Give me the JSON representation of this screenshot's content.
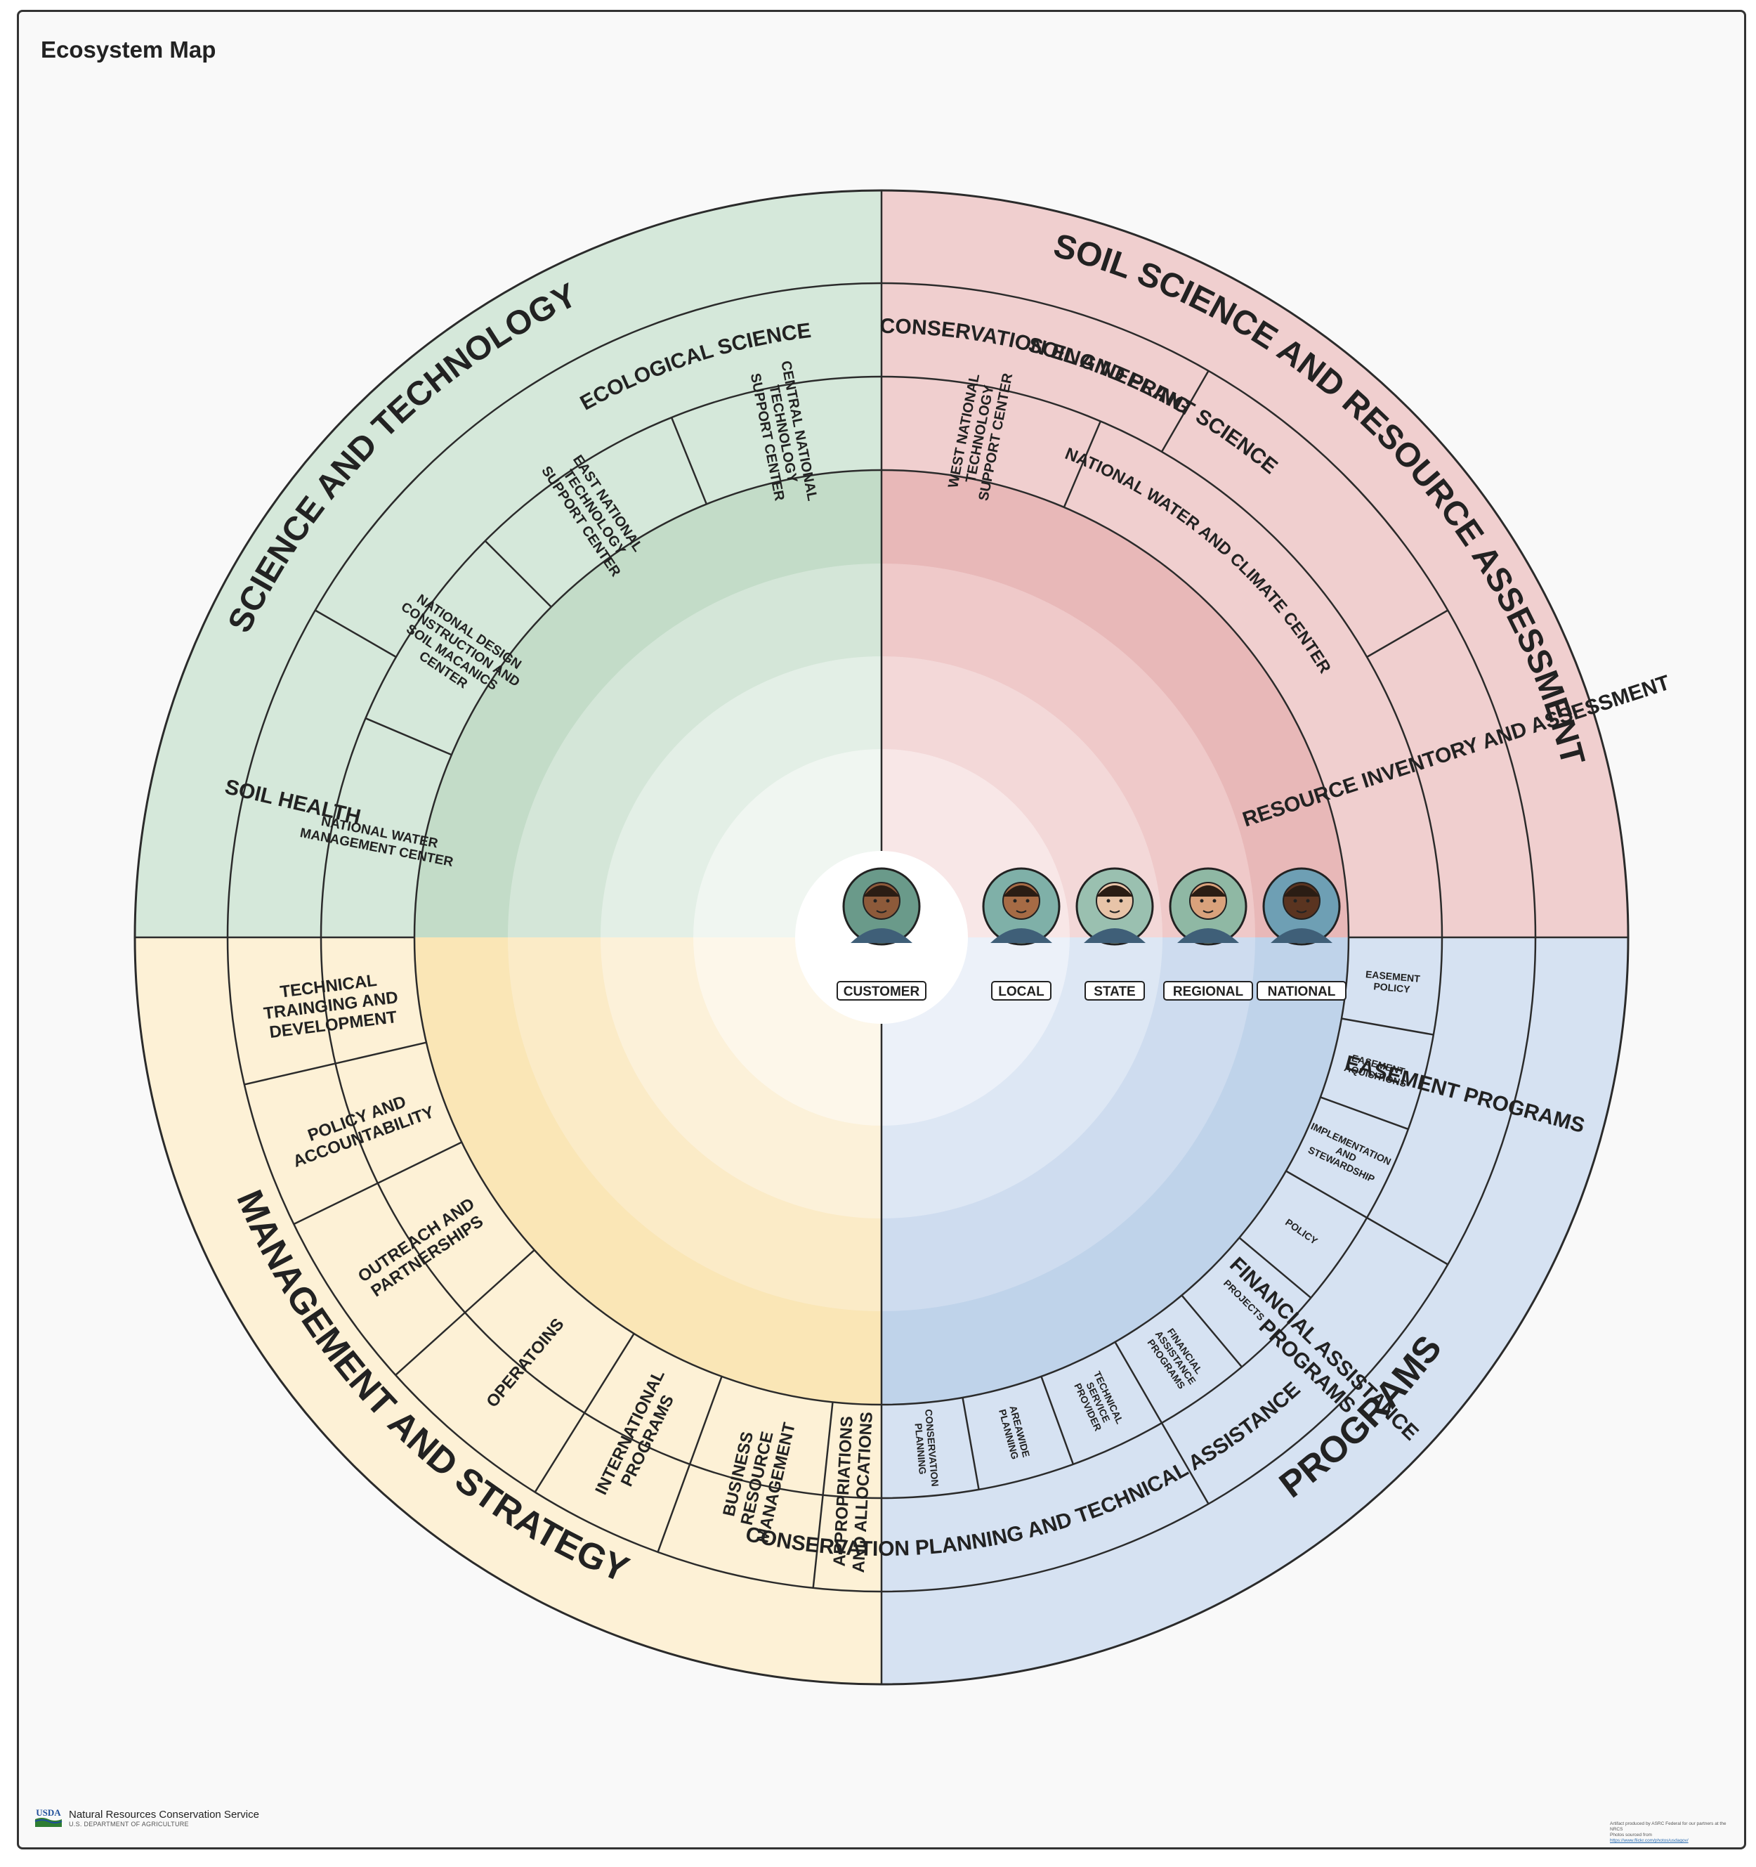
{
  "title": "Ecosystem Map",
  "colors": {
    "green_outer": "#d5e8da",
    "red_outer": "#f0cfcf",
    "yellow_outer": "#fdf1d6",
    "blue_outer": "#d6e2f2",
    "stroke": "#2b2b2b"
  },
  "sectors": [
    {
      "id": "science-tech",
      "title": "SCIENCE AND TECHNOLOGY",
      "ring2": [
        "CONSERVATION ENGINEERING",
        "ECOLOGICAL SCIENCE",
        "SOIL HEALTH"
      ],
      "ring3": [
        "WEST NATIONAL TECHNOLOGY SUPPORT CENTER",
        "CENTRAL NATIONAL TECHNOLOGY SUPPORT CENTER",
        "EAST NATIONAL TECHNOLOGY SUPPORT CENTER",
        "NATIONAL DESIGN CONSTRUCTION AND SOIL MACANICS CENTER",
        "NATIONAL WATER MANAGEMENT CENTER"
      ]
    },
    {
      "id": "soil-science",
      "title": "SOIL SCIENCE AND RESOURCE ASSESSMENT",
      "ring2": [
        "SOIL AND PLANT SCIENCE",
        "RESOURCE INVENTORY AND ASSESSMENT"
      ],
      "ring3": [
        "NATIONAL WATER AND CLIMATE CENTER"
      ]
    },
    {
      "id": "programs",
      "title": "PROGRAMS",
      "ring2": [
        "EASEMENT PROGRAMS",
        "FINANCIAL ASSISTANCE PROGRAMS",
        "CONSERVATION PLANNING AND TECHNICAL ASSISTANCE"
      ],
      "ring3": [
        "EASEMENT POLICY",
        "EASEMENT AQUISITIONS",
        "IMPLEMENTATION AND STEWARDSHIP",
        "POLICY",
        "PROJECTS",
        "FINANCIAL ASSISTANCE PROGRAMS",
        "TECHNICAL SERVICE PROVIDER",
        "AREAWIDE PLANNING",
        "CONSERVATION PLANNING"
      ]
    },
    {
      "id": "management",
      "title": "MANAGEMENT AND STRATEGY",
      "ring2": [
        "APPROPRIATIONS AND ALLOCATIONS",
        "BUSINESS RESOURCE MANAGEMENT",
        "INTERNATIONAL PROGRAMS",
        "OPERATOINS",
        "OUTREACH AND PARTNERSHIPS",
        "POLICY AND ACCOUNTABILITY",
        "TECHNICAL TRAINGING AND DEVELOPMENT"
      ]
    }
  ],
  "personas": [
    {
      "label": "CUSTOMER",
      "icon": "customer-avatar-icon"
    },
    {
      "label": "LOCAL",
      "icon": "local-avatar-icon"
    },
    {
      "label": "STATE",
      "icon": "state-avatar-icon"
    },
    {
      "label": "REGIONAL",
      "icon": "regional-avatar-icon"
    },
    {
      "label": "NATIONAL",
      "icon": "national-avatar-icon"
    }
  ],
  "footer": {
    "logo_text": "USDA",
    "agency": "Natural Resources Conservation Service",
    "department": "U.S. DEPARTMENT OF AGRICULTURE",
    "credit": "Artifact produced by ASRC Federal for our partners at the NRCS",
    "credit_photos": "Photos sourced from",
    "credit_link": "https://www.flickr.com/photos/usdagov/"
  }
}
